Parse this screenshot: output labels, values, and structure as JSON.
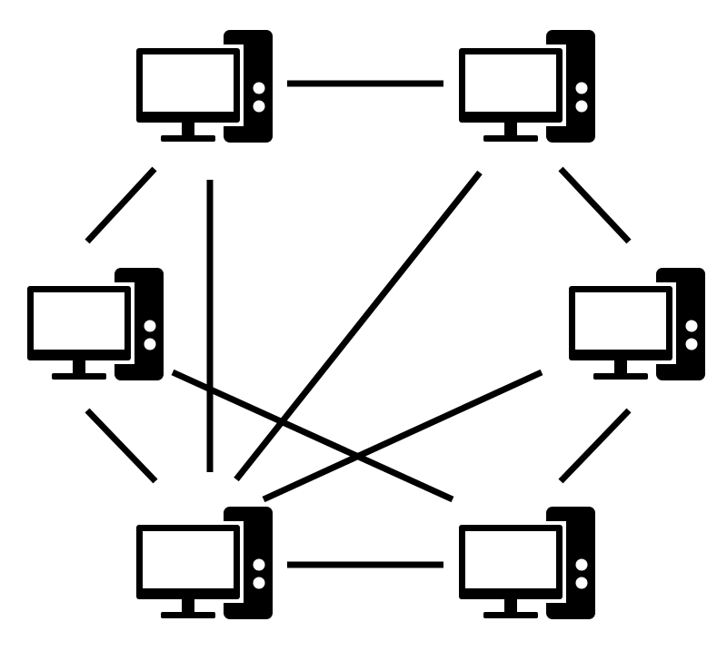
{
  "diagram": {
    "type": "network-topology",
    "node_icon": "desktop-computer-icon",
    "colors": {
      "background": "#ffffff",
      "foreground": "#000000"
    },
    "nodes": [
      {
        "id": "top-left"
      },
      {
        "id": "top-right"
      },
      {
        "id": "middle-left"
      },
      {
        "id": "middle-right"
      },
      {
        "id": "bottom-left"
      },
      {
        "id": "bottom-right"
      }
    ],
    "links": [
      {
        "from": "top-left",
        "to": "top-right"
      },
      {
        "from": "top-left",
        "to": "middle-left"
      },
      {
        "from": "top-left",
        "to": "bottom-left"
      },
      {
        "from": "top-right",
        "to": "middle-right"
      },
      {
        "from": "top-right",
        "to": "bottom-left"
      },
      {
        "from": "middle-left",
        "to": "bottom-left"
      },
      {
        "from": "middle-left",
        "to": "bottom-right"
      },
      {
        "from": "middle-right",
        "to": "bottom-left"
      },
      {
        "from": "middle-right",
        "to": "bottom-right"
      },
      {
        "from": "bottom-left",
        "to": "bottom-right"
      }
    ]
  }
}
